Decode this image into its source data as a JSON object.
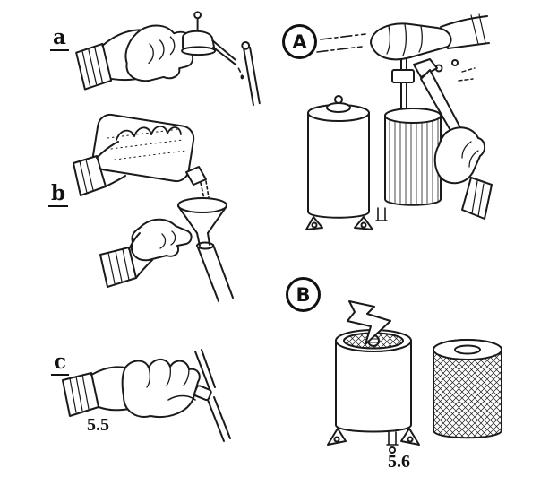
{
  "page": {
    "background": "#ffffff",
    "ink": "#1a1a1a"
  },
  "figures": {
    "left": {
      "caption": "5.5",
      "steps": [
        {
          "label": "a"
        },
        {
          "label": "b"
        },
        {
          "label": "c"
        }
      ]
    },
    "right": {
      "caption": "5.6",
      "steps": [
        {
          "label": "A"
        },
        {
          "label": "B"
        }
      ]
    }
  }
}
